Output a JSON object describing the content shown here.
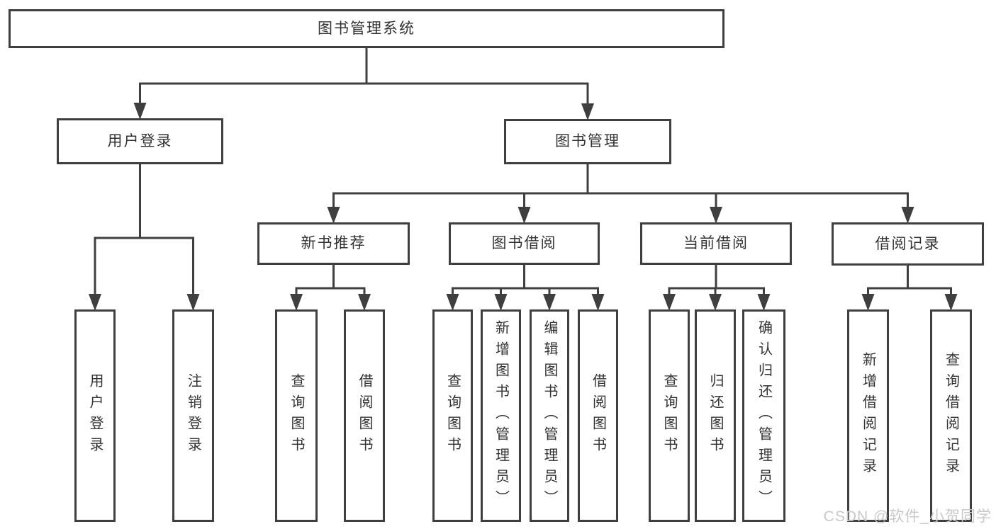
{
  "diagram": {
    "type": "hierarchy",
    "title": "图书管理系统",
    "watermark": "CSDN @软件_小贺同学",
    "colors": {
      "line": "#3f3f3f",
      "text": "#333333",
      "background": "#ffffff",
      "watermark": "#c9c9c9"
    },
    "nodes": [
      {
        "id": "root",
        "label": "图书管理系统",
        "parent": null
      },
      {
        "id": "login",
        "label": "用户登录",
        "parent": "root"
      },
      {
        "id": "mgmt",
        "label": "图书管理",
        "parent": "root"
      },
      {
        "id": "newrec",
        "label": "新书推荐",
        "parent": "mgmt"
      },
      {
        "id": "borrow",
        "label": "图书借阅",
        "parent": "mgmt"
      },
      {
        "id": "current",
        "label": "当前借阅",
        "parent": "mgmt"
      },
      {
        "id": "records",
        "label": "借阅记录",
        "parent": "mgmt"
      },
      {
        "id": "a1",
        "label": "用户登录",
        "parent": "login"
      },
      {
        "id": "a2",
        "label": "注销登录",
        "parent": "login"
      },
      {
        "id": "b1",
        "label": "查询图书",
        "parent": "newrec"
      },
      {
        "id": "b2",
        "label": "借阅图书",
        "parent": "newrec"
      },
      {
        "id": "c1",
        "label": "查询图书",
        "parent": "borrow"
      },
      {
        "id": "c2",
        "label": "新增图书（管理员）",
        "parent": "borrow"
      },
      {
        "id": "c3",
        "label": "编辑图书（管理员）",
        "parent": "borrow"
      },
      {
        "id": "c4",
        "label": "借阅图书",
        "parent": "borrow"
      },
      {
        "id": "d1",
        "label": "查询图书",
        "parent": "current"
      },
      {
        "id": "d2",
        "label": "归还图书",
        "parent": "current"
      },
      {
        "id": "d3",
        "label": "确认归还（管理员）",
        "parent": "current"
      },
      {
        "id": "e1",
        "label": "新增借阅记录",
        "parent": "records"
      },
      {
        "id": "e2",
        "label": "查询借阅记录",
        "parent": "records"
      }
    ]
  }
}
